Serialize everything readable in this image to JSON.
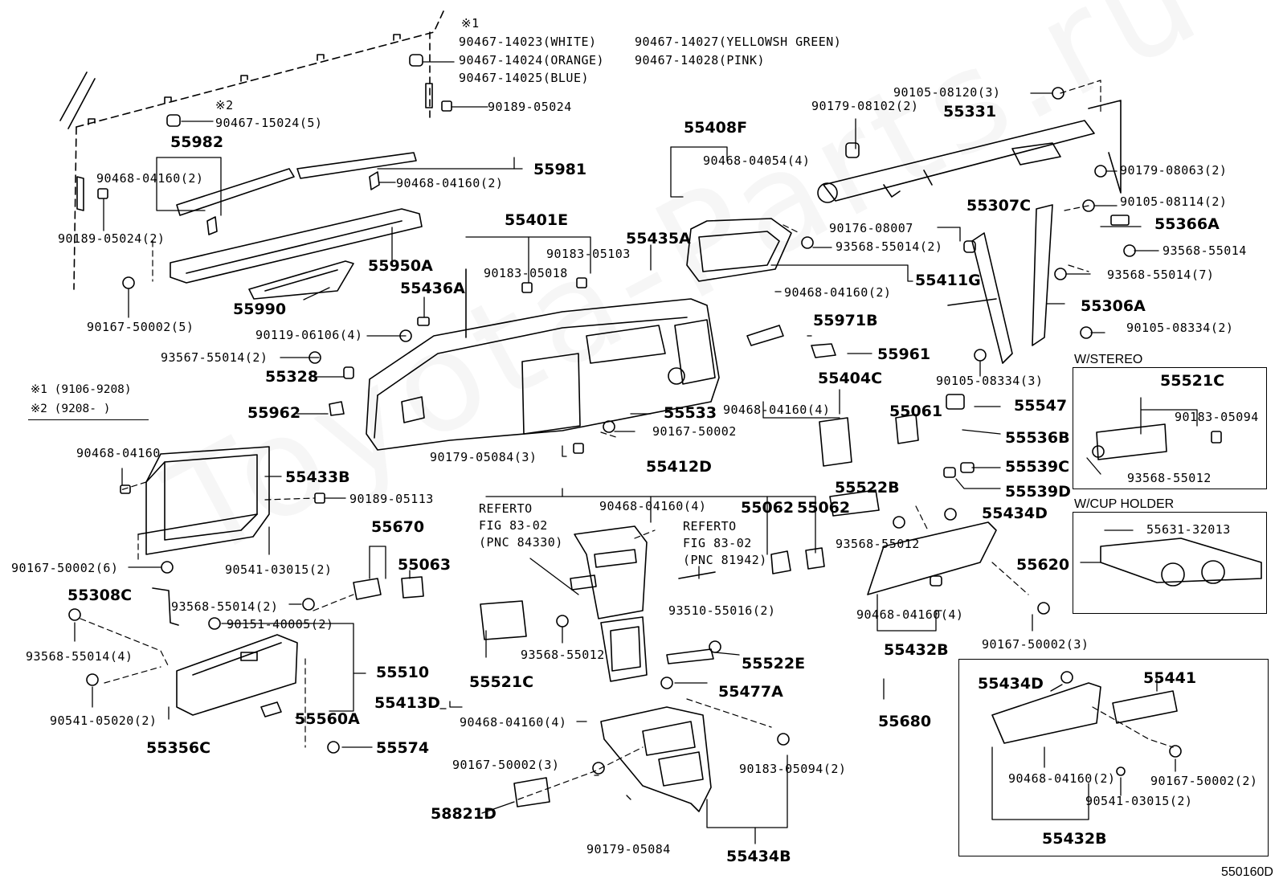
{
  "labels": {
    "k1_mark": "※1",
    "k1_white": "90467-14023(WHITE)",
    "k1_orange": "90467-14024(ORANGE)",
    "k1_blue": "90467-14025(BLUE)",
    "k1_yellowgreen": "90467-14027(YELLOWSH  GREEN)",
    "k1_pink": "90467-14028(PINK)",
    "p90189_05024_top": "90189-05024",
    "k2_mark": "※2",
    "p90467_15024": "90467-15024(5)",
    "p55982": "55982",
    "p55981": "55981",
    "p90468_04160_l": "90468-04160(2)",
    "p90468_04160_r": "90468-04160(2)",
    "p90189_05024_2": "90189-05024(2)",
    "p55950A": "55950A",
    "p90167_50002_5": "90167-50002(5)",
    "p55990": "55990",
    "p55401E": "55401E",
    "p90183_05103": "90183-05103",
    "p90183_05018": "90183-05018",
    "p55435A": "55435A",
    "p55436A": "55436A",
    "p90119_06106": "90119-06106(4)",
    "p93567_55014": "93567-55014(2)",
    "p55328": "55328",
    "p55962": "55962",
    "p55533": "55533",
    "p90167_50002_c": "90167-50002",
    "p90179_05084_3": "90179-05084(3)",
    "p55408F": "55408F",
    "p90468_04054": "90468-04054(4)",
    "p90179_08102": "90179-08102(2)",
    "p55331": "55331",
    "p90105_08120": "90105-08120(3)",
    "p90179_08063": "90179-08063(2)",
    "p90105_08114": "90105-08114(2)",
    "p55307C": "55307C",
    "p55366A": "55366A",
    "p90176_08007": "90176-08007",
    "p93568_55014_2a": "93568-55014(2)",
    "p93568_55014_a": "93568-55014",
    "p93568_55014_7": "93568-55014(7)",
    "p55411G": "55411G",
    "p90468_04160_g": "90468-04160(2)",
    "p55306A": "55306A",
    "p55971B": "55971B",
    "p90105_08334_2": "90105-08334(2)",
    "p55961": "55961",
    "p90105_08334_3": "90105-08334(3)",
    "p55404C": "55404C",
    "p90468_04160_4a": "90468-04160(4)",
    "p55061": "55061",
    "p55547": "55547",
    "p55536B": "55536B",
    "p55539C": "55539C",
    "p55539D": "55539D",
    "legend_k1": "※1 (9106-9208)",
    "legend_k2": "※2 (9208-     )",
    "p90468_04160_single": "90468-04160",
    "p55433B": "55433B",
    "p90189_05113": "90189-05113",
    "p90167_50002_6": "90167-50002(6)",
    "p90541_03015_2a": "90541-03015(2)",
    "p55670": "55670",
    "p55063": "55063",
    "p55308C": "55308C",
    "p93568_55014_2b": "93568-55014(2)",
    "p90151_40005": "90151-40005(2)",
    "p93568_55014_4": "93568-55014(4)",
    "p55510": "55510",
    "p90541_05020": "90541-05020(2)",
    "p55560A": "55560A",
    "p55356C": "55356C",
    "p55574": "55574",
    "p55412D": "55412D",
    "ref1_a": "REFERTO",
    "ref1_b": "FIG 83-02",
    "ref1_c": "(PNC 84330)",
    "p90468_04160_4b": "90468-04160(4)",
    "ref2_a": "REFERTO",
    "ref2_b": "FIG 83-02",
    "ref2_c": "(PNC 81942)",
    "p55062a": "55062",
    "p55062b": "55062",
    "p55522B": "55522B",
    "p93568_55012_a": "93568-55012",
    "p55434D_a": "55434D",
    "p93510_55016": "93510-55016(2)",
    "p93568_55012_b": "93568-55012",
    "p55522E": "55522E",
    "p55521C_a": "55521C",
    "p55413D": "55413D",
    "p90468_04160_4c": "90468-04160(4)",
    "p55477A": "55477A",
    "p90468_04160_4d": "90468-04160(4)",
    "p55432B_a": "55432B",
    "p90167_50002_3a": "90167-50002(3)",
    "p55680": "55680",
    "p90167_50002_3b": "90167-50002(3)",
    "p90183_05094_2": "90183-05094(2)",
    "p58821D": "58821D",
    "p90179_05084": "90179-05084",
    "p55434B": "55434B",
    "wstereo": "W/STEREO",
    "p55521C_b": "55521C",
    "p90183_05094": "90183-05094",
    "p93568_55012_c": "93568-55012",
    "wcup": "W/CUP HOLDER",
    "p55631_32013": "55631-32013",
    "p55620": "55620",
    "p55434D_b": "55434D",
    "p55441": "55441",
    "p90468_04160_2x": "90468-04160(2)",
    "p90167_50002_2x": "90167-50002(2)",
    "p90541_03015_2x": "90541-03015(2)",
    "p55432B_b": "55432B",
    "fig_code": "550160D",
    "watermark": "Toyota-Parts.ru"
  }
}
